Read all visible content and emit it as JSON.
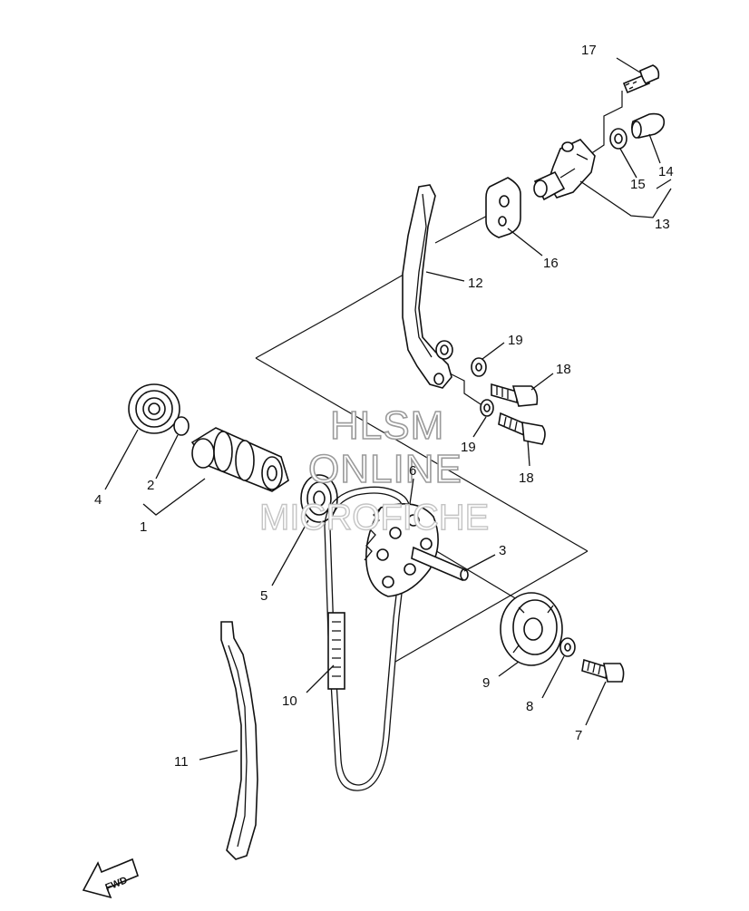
{
  "watermark": {
    "line1": "HLSM",
    "line2": "ONLINE",
    "line3": "MICROFICHE"
  },
  "fwd_label": "FWD",
  "callouts": [
    {
      "id": "c1",
      "text": "1"
    },
    {
      "id": "c2",
      "text": "2"
    },
    {
      "id": "c3",
      "text": "3"
    },
    {
      "id": "c4",
      "text": "4"
    },
    {
      "id": "c5",
      "text": "5"
    },
    {
      "id": "c6",
      "text": "6"
    },
    {
      "id": "c7",
      "text": "7"
    },
    {
      "id": "c8",
      "text": "8"
    },
    {
      "id": "c9",
      "text": "9"
    },
    {
      "id": "c10",
      "text": "10"
    },
    {
      "id": "c11",
      "text": "11"
    },
    {
      "id": "c12",
      "text": "12"
    },
    {
      "id": "c13",
      "text": "13"
    },
    {
      "id": "c14",
      "text": "14"
    },
    {
      "id": "c15",
      "text": "15"
    },
    {
      "id": "c16",
      "text": "16"
    },
    {
      "id": "c17",
      "text": "17"
    },
    {
      "id": "c18a",
      "text": "18"
    },
    {
      "id": "c18b",
      "text": "18"
    },
    {
      "id": "c19a",
      "text": "19"
    },
    {
      "id": "c19b",
      "text": "19"
    }
  ],
  "colors": {
    "line": "#111111",
    "watermark_stroke": "#9a9a9a",
    "background": "#ffffff"
  }
}
